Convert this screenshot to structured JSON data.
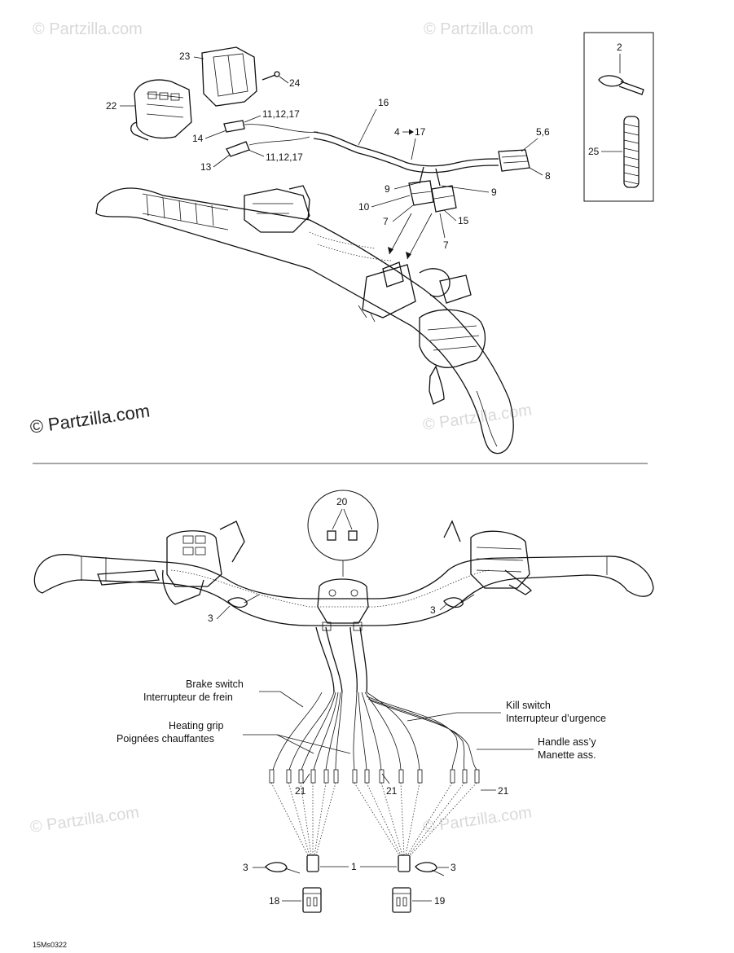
{
  "watermarks": {
    "top_left": "© Partzilla.com",
    "top_right": "© Partzilla.com",
    "main": "© Partzilla.com",
    "mid_right": "© Partzilla.com",
    "bottom_left": "© Partzilla.com",
    "bottom_right": "© Partzilla.com"
  },
  "callouts_top": {
    "c23": "23",
    "c24": "24",
    "c22": "22",
    "c14": "14",
    "c13": "13",
    "c11a": "11,12,17",
    "c11b": "11,12,17",
    "c16": "16",
    "c4": "4",
    "c17": "17",
    "c56": "5,6",
    "c8": "8",
    "c9a": "9",
    "c9b": "9",
    "c10": "10",
    "c7a": "7",
    "c7b": "7",
    "c15": "15",
    "c2": "2",
    "c25": "25"
  },
  "callouts_bottom": {
    "c20": "20",
    "c3a": "3",
    "c3b": "3",
    "c21a": "21",
    "c21b": "21",
    "c21c": "21",
    "c3c": "3",
    "c1": "1",
    "c3d": "3",
    "c18": "18",
    "c19": "19"
  },
  "labels": {
    "brake_en": "Brake switch",
    "brake_fr": "Interrupteur de frein",
    "heating_en": "Heating grip",
    "heating_fr": "Poignées chauffantes",
    "kill_en": "Kill switch",
    "kill_fr": "Interrupteur d’urgence",
    "handle_en": "Handle ass’y",
    "handle_fr": "Manette ass."
  },
  "drawing_code": "15Ms0322"
}
